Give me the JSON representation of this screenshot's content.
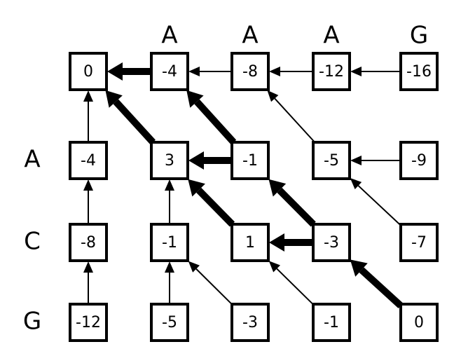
{
  "column_labels": [
    "A",
    "A",
    "A",
    "G"
  ],
  "row_labels": [
    "A",
    "C",
    "G"
  ],
  "cells": [
    [
      "0",
      "-4",
      "-8",
      "-12",
      "-16"
    ],
    [
      "-4",
      "3",
      "-1",
      "-5",
      "-9"
    ],
    [
      "-8",
      "-1",
      "1",
      "-3",
      "-7"
    ],
    [
      "-12",
      "-5",
      "-3",
      "-1",
      "0"
    ]
  ],
  "arrows": [
    {
      "from": [
        0,
        1
      ],
      "to": [
        0,
        0
      ],
      "bold": true
    },
    {
      "from": [
        0,
        2
      ],
      "to": [
        0,
        1
      ],
      "bold": false
    },
    {
      "from": [
        0,
        3
      ],
      "to": [
        0,
        2
      ],
      "bold": false
    },
    {
      "from": [
        0,
        4
      ],
      "to": [
        0,
        3
      ],
      "bold": false
    },
    {
      "from": [
        1,
        0
      ],
      "to": [
        0,
        0
      ],
      "bold": false
    },
    {
      "from": [
        2,
        0
      ],
      "to": [
        1,
        0
      ],
      "bold": false
    },
    {
      "from": [
        3,
        0
      ],
      "to": [
        2,
        0
      ],
      "bold": false
    },
    {
      "from": [
        1,
        1
      ],
      "to": [
        0,
        0
      ],
      "bold": true
    },
    {
      "from": [
        1,
        2
      ],
      "to": [
        1,
        1
      ],
      "bold": true
    },
    {
      "from": [
        1,
        2
      ],
      "to": [
        0,
        1
      ],
      "bold": true
    },
    {
      "from": [
        1,
        3
      ],
      "to": [
        0,
        2
      ],
      "bold": false
    },
    {
      "from": [
        1,
        4
      ],
      "to": [
        1,
        3
      ],
      "bold": false
    },
    {
      "from": [
        2,
        1
      ],
      "to": [
        1,
        1
      ],
      "bold": false
    },
    {
      "from": [
        2,
        2
      ],
      "to": [
        1,
        1
      ],
      "bold": true
    },
    {
      "from": [
        2,
        3
      ],
      "to": [
        2,
        2
      ],
      "bold": true
    },
    {
      "from": [
        2,
        3
      ],
      "to": [
        1,
        2
      ],
      "bold": true
    },
    {
      "from": [
        2,
        4
      ],
      "to": [
        1,
        3
      ],
      "bold": false
    },
    {
      "from": [
        3,
        1
      ],
      "to": [
        2,
        1
      ],
      "bold": false
    },
    {
      "from": [
        3,
        2
      ],
      "to": [
        2,
        1
      ],
      "bold": false
    },
    {
      "from": [
        3,
        3
      ],
      "to": [
        2,
        2
      ],
      "bold": false
    },
    {
      "from": [
        3,
        4
      ],
      "to": [
        2,
        3
      ],
      "bold": true
    }
  ]
}
